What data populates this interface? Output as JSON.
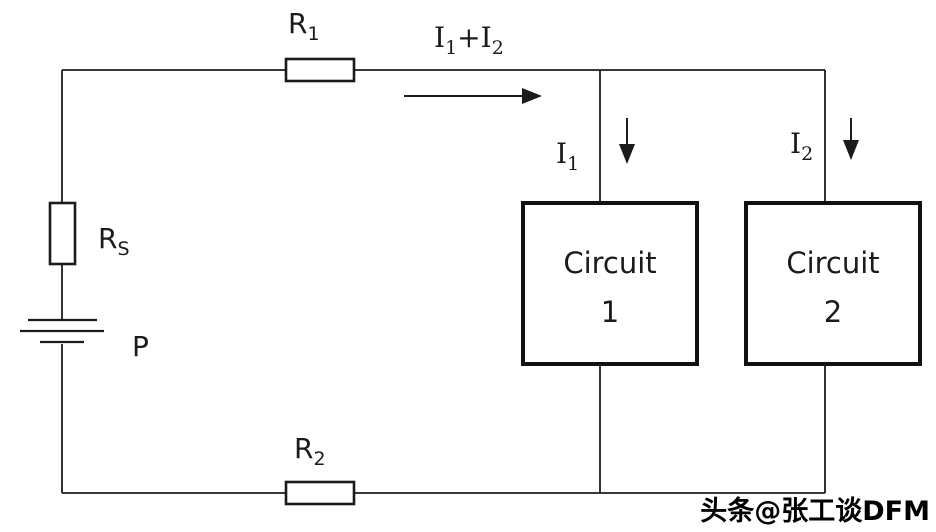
{
  "colors": {
    "wire": "#1b1b1b",
    "background": "#ffffff",
    "text": "#1b1b1b",
    "watermark": "#000000"
  },
  "diagram": {
    "components": {
      "r1": {
        "label": "R",
        "sub": "1"
      },
      "rs": {
        "label": "R",
        "sub": "S"
      },
      "r2": {
        "label": "R",
        "sub": "2"
      },
      "battery": {
        "label": "P"
      },
      "circuit1": {
        "line1": "Circuit",
        "line2": "1"
      },
      "circuit2": {
        "line1": "Circuit",
        "line2": "2"
      }
    },
    "currents": {
      "total": {
        "i1": "I",
        "i1_sub": "1",
        "plus": "+",
        "i2": "I",
        "i2_sub": "2"
      },
      "i1": {
        "label": "I",
        "sub": "1"
      },
      "i2": {
        "label": "I",
        "sub": "2"
      }
    }
  },
  "watermark": {
    "text": "头条@张工谈DFM"
  }
}
